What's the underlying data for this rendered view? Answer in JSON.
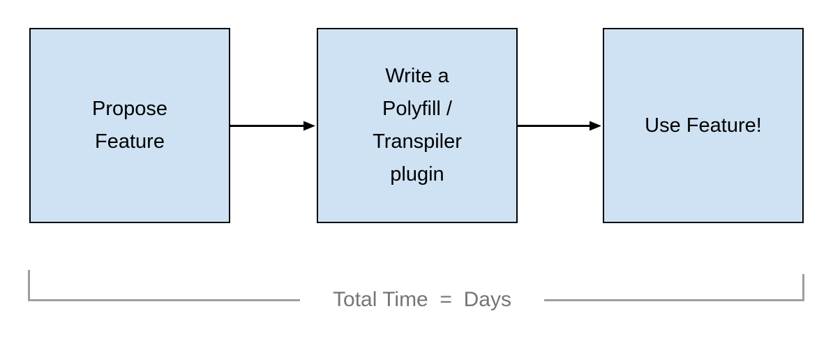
{
  "flowchart": {
    "steps": [
      {
        "label": "Propose\nFeature"
      },
      {
        "label": "Write a\nPolyfill /\nTranspiler\nplugin"
      },
      {
        "label": "Use Feature!"
      }
    ],
    "connectors": [
      {
        "from": "Propose Feature",
        "to": "Write a Polyfill / Transpiler plugin",
        "type": "arrow-right"
      },
      {
        "from": "Write a Polyfill / Transpiler plugin",
        "to": "Use Feature!",
        "type": "arrow-right"
      }
    ],
    "bracket": {
      "label": "Total Time  =  Days"
    },
    "palette": {
      "box_fill": "#cfe2f3",
      "box_border": "#000000",
      "box_text": "#000000",
      "arrow": "#000000",
      "bracket_line": "#9e9e9e",
      "bracket_text": "#757575",
      "background": "#ffffff"
    }
  }
}
